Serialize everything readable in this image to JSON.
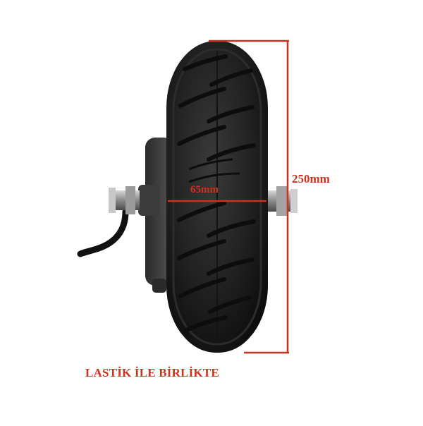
{
  "dimensions": {
    "height_label": "250mm",
    "width_label": "65mm"
  },
  "caption": "LASTİK İLE BİRLİKTE",
  "colors": {
    "annotation": "#d0311f",
    "tire": "#1c1c1c",
    "background": "#ffffff"
  }
}
